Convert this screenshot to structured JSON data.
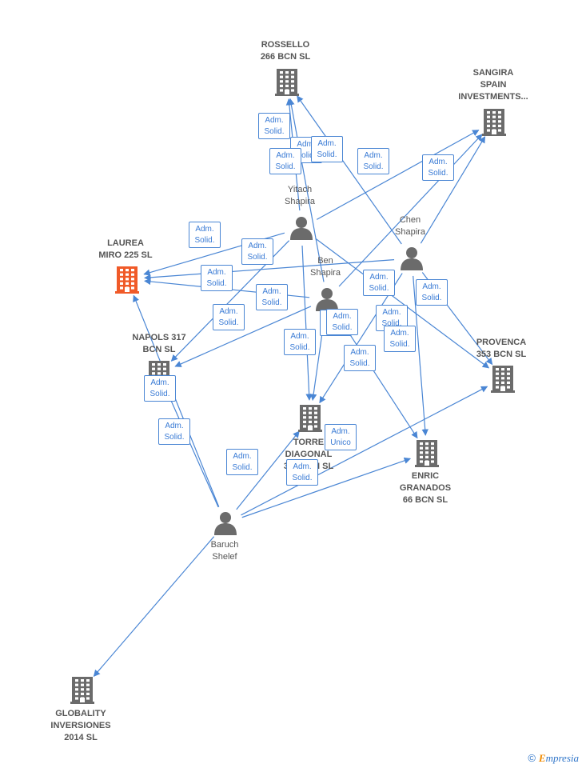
{
  "colors": {
    "edge": "#4a86d4",
    "icon": "#6b6b6b",
    "highlight": "#f05a28",
    "label": "#555555"
  },
  "nodes": [
    {
      "id": "rossello",
      "kind": "company",
      "label": "ROSSELLO\n266 BCN  SL"
    },
    {
      "id": "sangira",
      "kind": "company",
      "label": "SANGIRA\nSPAIN\nINVESTMENTS..."
    },
    {
      "id": "laurea",
      "kind": "company",
      "label": "LAUREA\nMIRO 225  SL",
      "highlight": true
    },
    {
      "id": "napols",
      "kind": "company",
      "label": "NAPOLS 317\nBCN  SL"
    },
    {
      "id": "torre",
      "kind": "company",
      "label": "TORRE\nDIAGONAL\n331 BCN  SL"
    },
    {
      "id": "enric",
      "kind": "company",
      "label": "ENRIC\nGRANADOS\n66 BCN  SL"
    },
    {
      "id": "provenca",
      "kind": "company",
      "label": "PROVENCA\n353 BCN  SL"
    },
    {
      "id": "globality",
      "kind": "company",
      "label": "GLOBALITY\nINVERSIONES\n2014  SL"
    },
    {
      "id": "yitach",
      "kind": "person",
      "label": "Yitach\nShapira"
    },
    {
      "id": "chen",
      "kind": "person",
      "label": "Chen\nShapira"
    },
    {
      "id": "ben",
      "kind": "person",
      "label": "Ben\nShapira"
    },
    {
      "id": "baruch",
      "kind": "person",
      "label": "Baruch\nShelef"
    }
  ],
  "edges": [
    {
      "from": "yitach",
      "to": "rossello",
      "label": "Adm.\nSolid."
    },
    {
      "from": "ben",
      "to": "rossello",
      "label": "Adm.\nSolid."
    },
    {
      "from": "chen",
      "to": "rossello",
      "label": "Adm.\nSolid."
    },
    {
      "from": "yitach",
      "to": "sangira",
      "label": "Adm.\nSolid."
    },
    {
      "from": "chen",
      "to": "sangira",
      "label": "Adm.\nSolid."
    },
    {
      "from": "ben",
      "to": "sangira",
      "label": "Adm.\nSolid."
    },
    {
      "from": "yitach",
      "to": "laurea",
      "label": "Adm.\nSolid."
    },
    {
      "from": "chen",
      "to": "laurea",
      "label": "Adm.\nSolid."
    },
    {
      "from": "ben",
      "to": "laurea",
      "label": "Adm.\nSolid."
    },
    {
      "from": "yitach",
      "to": "napols",
      "label": "Adm.\nSolid."
    },
    {
      "from": "ben",
      "to": "napols",
      "label": "Adm.\nSolid."
    },
    {
      "from": "yitach",
      "to": "torre",
      "label": "Adm.\nSolid."
    },
    {
      "from": "ben",
      "to": "torre",
      "label": "Adm.\nSolid."
    },
    {
      "from": "chen",
      "to": "torre",
      "label": "Adm.\nSolid."
    },
    {
      "from": "yitach",
      "to": "provenca",
      "label": "Adm.\nSolid."
    },
    {
      "from": "chen",
      "to": "provenca",
      "label": "Adm.\nSolid."
    },
    {
      "from": "ben",
      "to": "enric",
      "label": "Adm.\nSolid."
    },
    {
      "from": "chen",
      "to": "enric",
      "label": "Adm.\nSolid."
    },
    {
      "from": "baruch",
      "to": "laurea",
      "label": "Adm.\nSolid."
    },
    {
      "from": "baruch",
      "to": "napols",
      "label": "Adm.\nSolid."
    },
    {
      "from": "baruch",
      "to": "torre",
      "label": "Adm.\nSolid."
    },
    {
      "from": "baruch",
      "to": "enric",
      "label": "Adm.\nSolid."
    },
    {
      "from": "baruch",
      "to": "provenca",
      "label": "Adm.\nSolid."
    },
    {
      "from": "baruch",
      "to": "globality",
      "label": "Adm.\nUnico"
    }
  ],
  "footer": {
    "copyright": "©",
    "brand_initial": "E",
    "brand_rest": "mpresia"
  }
}
